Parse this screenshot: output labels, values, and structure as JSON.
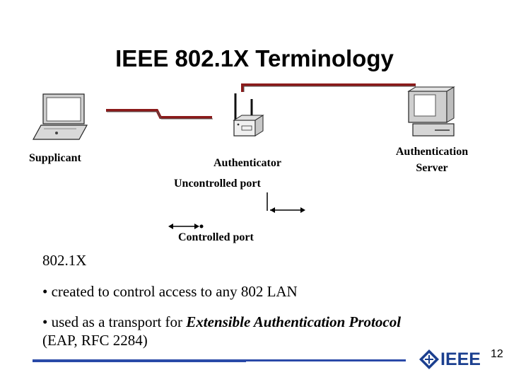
{
  "slide": {
    "title": "IEEE 802.1X Terminology",
    "page_number": "12"
  },
  "diagram": {
    "supplicant_label": "Supplicant",
    "authenticator_label": "Authenticator",
    "server_label_line1": "Authentication",
    "server_label_line2": "Server",
    "uncontrolled_port_label": "Uncontrolled port",
    "controlled_port_label": "Controlled port"
  },
  "body": {
    "heading": "802.1X",
    "bullet1": "• created to control access to any 802 LAN",
    "bullet2_prefix": "• used as a transport for ",
    "bullet2_emphasis": "Extensible Authentication Protocol",
    "bullet2_line2": "(EAP, RFC 2284)"
  },
  "footer": {
    "logo_text": "IEEE"
  },
  "colors": {
    "line_red": "#8b1a1a",
    "rule_blue": "#2a4aa8",
    "logo_blue": "#1b3f8f"
  }
}
